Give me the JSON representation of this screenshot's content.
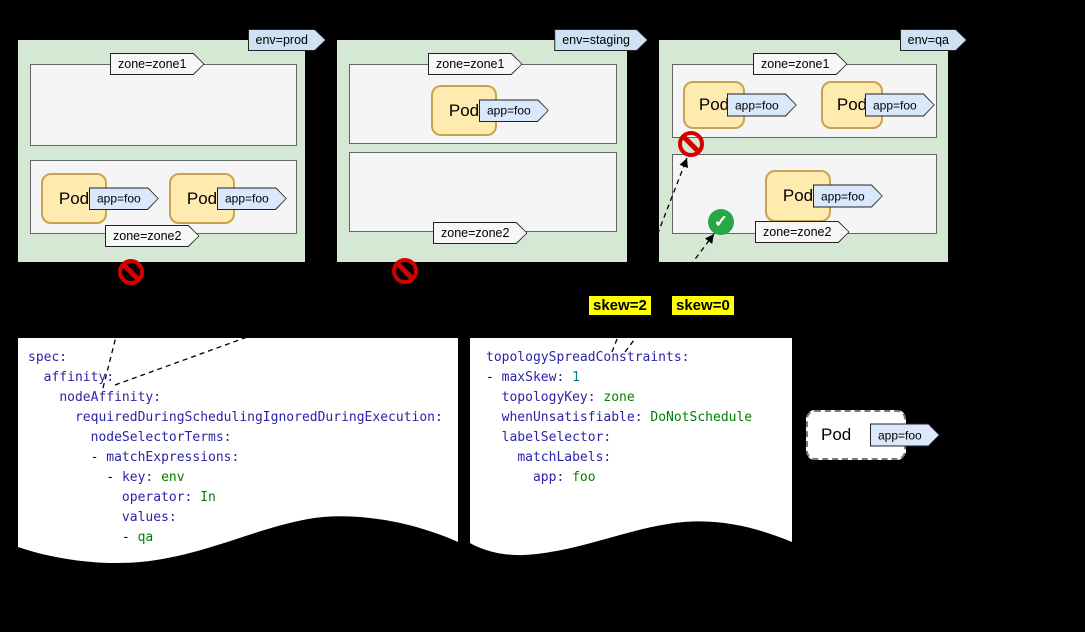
{
  "palette": {
    "background": "#000000",
    "cluster_fill": "#d5e8d4",
    "zone_fill": "#f5f5f5",
    "zone_border": "#666666",
    "pod_fill": "#ffeab0",
    "pod_border": "#c8a450",
    "env_tag_fill": "#cfe2f3",
    "app_tag_fill": "#dae8fc",
    "zone_tag_fill": "#f7f7f7",
    "prohibited_red": "#d40000",
    "allowed_green": "#28a745",
    "skew_highlight": "#ffff00",
    "yaml_key": "#2b23a8",
    "yaml_value": "#007f00",
    "yaml_number": "#0e7490"
  },
  "icons": {
    "check": "✓"
  },
  "clusters": [
    {
      "env_tag": "env=prod",
      "zone1": {
        "label": "zone=zone1",
        "pods": []
      },
      "zone2": {
        "label": "zone=zone2",
        "pods": [
          {
            "label": "Pod",
            "tag": "app=foo"
          },
          {
            "label": "Pod",
            "tag": "app=foo"
          }
        ]
      },
      "verdict": "prohibited"
    },
    {
      "env_tag": "env=staging",
      "zone1": {
        "label": "zone=zone1",
        "pods": [
          {
            "label": "Pod",
            "tag": "app=foo"
          }
        ]
      },
      "zone2": {
        "label": "zone=zone2",
        "pods": []
      },
      "verdict": "prohibited"
    },
    {
      "env_tag": "env=qa",
      "zone1": {
        "label": "zone=zone1",
        "pods": [
          {
            "label": "Pod",
            "tag": "app=foo"
          },
          {
            "label": "Pod",
            "tag": "app=foo"
          }
        ],
        "verdict": "prohibited"
      },
      "zone2": {
        "label": "zone=zone2",
        "pods": [
          {
            "label": "Pod",
            "tag": "app=foo"
          }
        ],
        "verdict": "allowed"
      }
    }
  ],
  "skew_labels": [
    {
      "text": "skew=2"
    },
    {
      "text": "skew=0"
    }
  ],
  "pending_pod": {
    "label": "Pod",
    "tag": "app=foo"
  },
  "yaml_docs": [
    {
      "lines": [
        [
          [
            "k",
            "spec:"
          ]
        ],
        [
          [
            "p",
            "  "
          ],
          [
            "k",
            "affinity:"
          ]
        ],
        [
          [
            "p",
            "    "
          ],
          [
            "k",
            "nodeAffinity:"
          ]
        ],
        [
          [
            "p",
            "      "
          ],
          [
            "k",
            "requiredDuringSchedulingIgnoredDuringExecution:"
          ]
        ],
        [
          [
            "p",
            "        "
          ],
          [
            "k",
            "nodeSelectorTerms:"
          ]
        ],
        [
          [
            "p",
            "        "
          ],
          [
            "d",
            "- "
          ],
          [
            "k",
            "matchExpressions:"
          ]
        ],
        [
          [
            "p",
            "          "
          ],
          [
            "d",
            "- "
          ],
          [
            "k",
            "key:"
          ],
          [
            "p",
            " "
          ],
          [
            "v",
            "env"
          ]
        ],
        [
          [
            "p",
            "            "
          ],
          [
            "k",
            "operator:"
          ],
          [
            "p",
            " "
          ],
          [
            "v",
            "In"
          ]
        ],
        [
          [
            "p",
            "            "
          ],
          [
            "k",
            "values:"
          ]
        ],
        [
          [
            "p",
            "            "
          ],
          [
            "d",
            "- "
          ],
          [
            "v",
            "qa"
          ]
        ]
      ]
    },
    {
      "lines": [
        [
          [
            "k",
            "topologySpreadConstraints:"
          ]
        ],
        [
          [
            "d",
            "- "
          ],
          [
            "k",
            "maxSkew:"
          ],
          [
            "p",
            " "
          ],
          [
            "n",
            "1"
          ]
        ],
        [
          [
            "p",
            "  "
          ],
          [
            "k",
            "topologyKey:"
          ],
          [
            "p",
            " "
          ],
          [
            "v",
            "zone"
          ]
        ],
        [
          [
            "p",
            "  "
          ],
          [
            "k",
            "whenUnsatisfiable:"
          ],
          [
            "p",
            " "
          ],
          [
            "v",
            "DoNotSchedule"
          ]
        ],
        [
          [
            "p",
            "  "
          ],
          [
            "k",
            "labelSelector:"
          ]
        ],
        [
          [
            "p",
            "    "
          ],
          [
            "k",
            "matchLabels:"
          ]
        ],
        [
          [
            "p",
            "      "
          ],
          [
            "k",
            "app:"
          ],
          [
            "p",
            " "
          ],
          [
            "v",
            "foo"
          ]
        ]
      ]
    }
  ]
}
